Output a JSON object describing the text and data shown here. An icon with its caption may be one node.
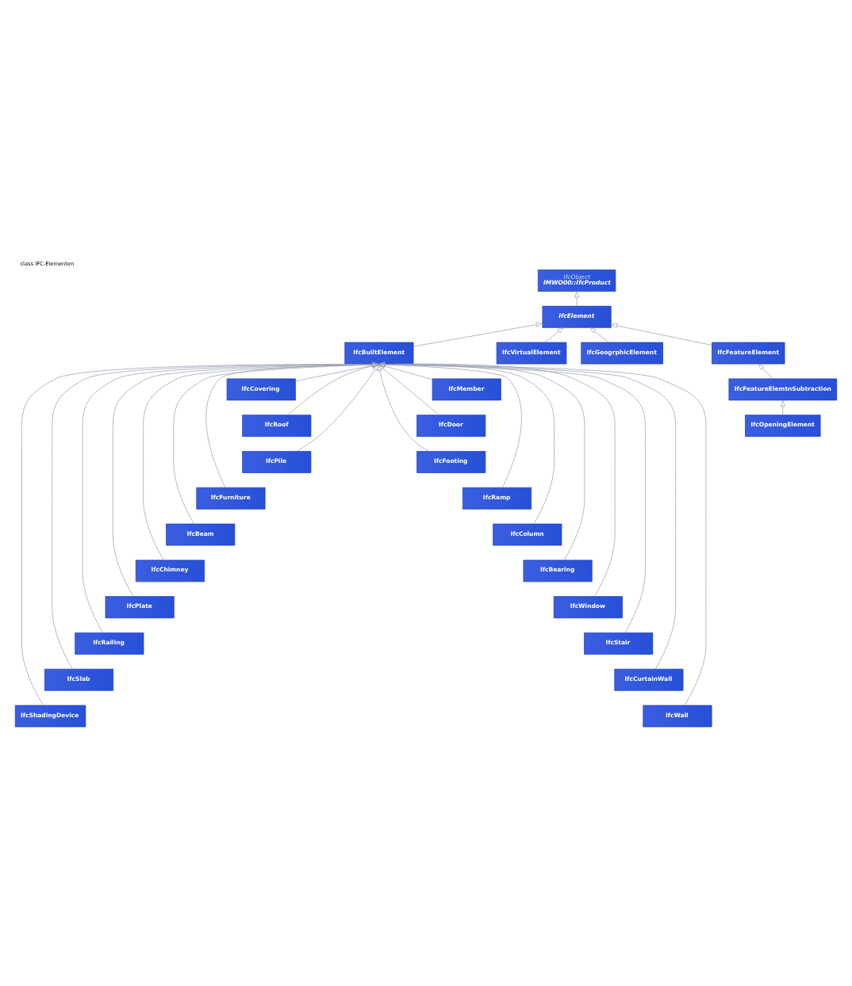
{
  "diagram": {
    "title": "class IFC-Elementen",
    "nodes": [
      {
        "text": [
          "IfcObject",
          "IMWO00::IfcProduct"
        ]
      },
      {
        "text": [
          "IfcElement"
        ]
      },
      {
        "text": [
          "IfcBuiltElement"
        ]
      },
      {
        "text": [
          "IfcVirtualElement"
        ]
      },
      {
        "text": [
          "IfcGeogrphicElement"
        ]
      },
      {
        "text": [
          "IfcFeatureElement"
        ]
      },
      {
        "text": [
          "IfcFeatureElemtnSubtraction"
        ]
      },
      {
        "text": [
          "IfcOpeningElement"
        ]
      },
      {
        "text": [
          "IfcCovering"
        ]
      },
      {
        "text": [
          "IfcMember"
        ]
      },
      {
        "text": [
          "IfcRoof"
        ]
      },
      {
        "text": [
          "IfcDoor"
        ]
      },
      {
        "text": [
          "IfcPile"
        ]
      },
      {
        "text": [
          "IfcFooting"
        ]
      },
      {
        "text": [
          "IfcFurniture"
        ]
      },
      {
        "text": [
          "IfcRamp"
        ]
      },
      {
        "text": [
          "IfcBeam"
        ]
      },
      {
        "text": [
          "IfcColumn"
        ]
      },
      {
        "text": [
          "IfcChimney"
        ]
      },
      {
        "text": [
          "IfcBearing"
        ]
      },
      {
        "text": [
          "IfcPlate"
        ]
      },
      {
        "text": [
          "IfcWindow"
        ]
      },
      {
        "text": [
          "IfcRailing"
        ]
      },
      {
        "text": [
          "IfcStair"
        ]
      },
      {
        "text": [
          "IfcSlab"
        ]
      },
      {
        "text": [
          "IfcCurtainWall"
        ]
      },
      {
        "text": [
          "IfcShadingDevice"
        ]
      },
      {
        "text": [
          "IfcWall"
        ]
      }
    ],
    "edges": [
      {
        "from": 1,
        "to": 0,
        "arrow": "to"
      },
      {
        "from": 2,
        "to": 1,
        "arrow": "to"
      },
      {
        "from": 3,
        "to": 1,
        "arrow": "to"
      },
      {
        "from": 4,
        "to": 1,
        "arrow": "to"
      },
      {
        "from": 5,
        "to": 1,
        "arrow": "to"
      },
      {
        "from": 6,
        "to": 5,
        "arrow": "to"
      },
      {
        "from": 7,
        "to": 6,
        "arrow": "to"
      },
      {
        "from": 8,
        "to": 2,
        "arrow": "to"
      },
      {
        "from": 9,
        "to": 2,
        "arrow": "to"
      },
      {
        "from": 10,
        "to": 2,
        "arrow": "to"
      },
      {
        "from": 11,
        "to": 2,
        "arrow": "to"
      },
      {
        "from": 12,
        "to": 2,
        "arrow": "to"
      },
      {
        "from": 13,
        "to": 2,
        "arrow": "to"
      },
      {
        "from": 14,
        "to": 2,
        "arrow": "to"
      },
      {
        "from": 15,
        "to": 2,
        "arrow": "to"
      },
      {
        "from": 16,
        "to": 2,
        "arrow": "to"
      },
      {
        "from": 17,
        "to": 2,
        "arrow": "to"
      },
      {
        "from": 18,
        "to": 2,
        "arrow": "to"
      },
      {
        "from": 19,
        "to": 2,
        "arrow": "to"
      },
      {
        "from": 20,
        "to": 2,
        "arrow": "to"
      },
      {
        "from": 21,
        "to": 2,
        "arrow": "to"
      },
      {
        "from": 22,
        "to": 2,
        "arrow": "to"
      },
      {
        "from": 23,
        "to": 2,
        "arrow": "to"
      },
      {
        "from": 24,
        "to": 2,
        "arrow": "to"
      },
      {
        "from": 25,
        "to": 2,
        "arrow": "to"
      },
      {
        "from": 26,
        "to": 2,
        "arrow": "to"
      },
      {
        "from": 27,
        "to": 2,
        "arrow": "to"
      }
    ]
  }
}
